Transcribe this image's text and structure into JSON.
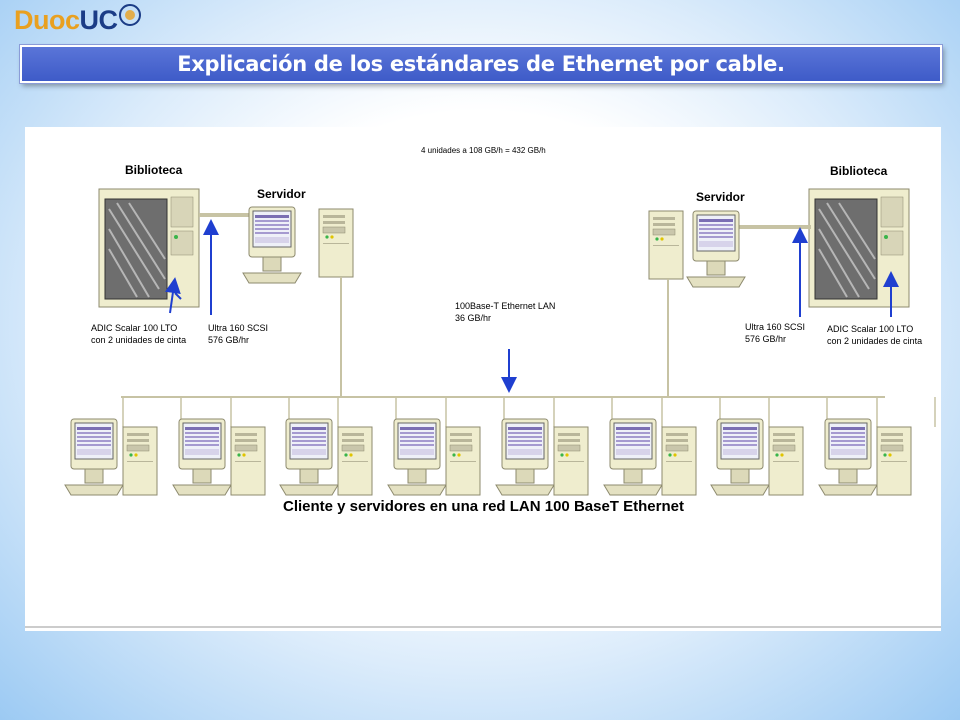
{
  "brand": {
    "logo_part1": "Duoc",
    "logo_part2": "UC"
  },
  "slide": {
    "title": "Explicación de los estándares de Ethernet por cable."
  },
  "diagram": {
    "throughput_note": "4 unidades a 108 GB/h = 432 GB/h",
    "left": {
      "library_label": "Biblioteca",
      "server_label": "Servidor",
      "tape_lib_line1": "ADIC Scalar 100 LTO",
      "tape_lib_line2": "con 2 unidades de cinta",
      "scsi_line1": "Ultra 160 SCSI",
      "scsi_line2": "576 GB/hr"
    },
    "right": {
      "library_label": "Biblioteca",
      "server_label": "Servidor",
      "tape_lib_line1": "ADIC Scalar 100 LTO",
      "tape_lib_line2": "con 2 unidades de cinta",
      "scsi_line1": "Ultra 160 SCSI",
      "scsi_line2": "576 GB/hr"
    },
    "lan_line1": "100Base-T Ethernet LAN",
    "lan_line2": "36 GB/hr",
    "caption": "Cliente y servidores en una red LAN 100 BaseT Ethernet",
    "client_count": 8
  },
  "colors": {
    "title_bg": "#4763cd",
    "arrow": "#1f3fd0",
    "cable": "#c7c3a4",
    "device": "#efedce"
  }
}
